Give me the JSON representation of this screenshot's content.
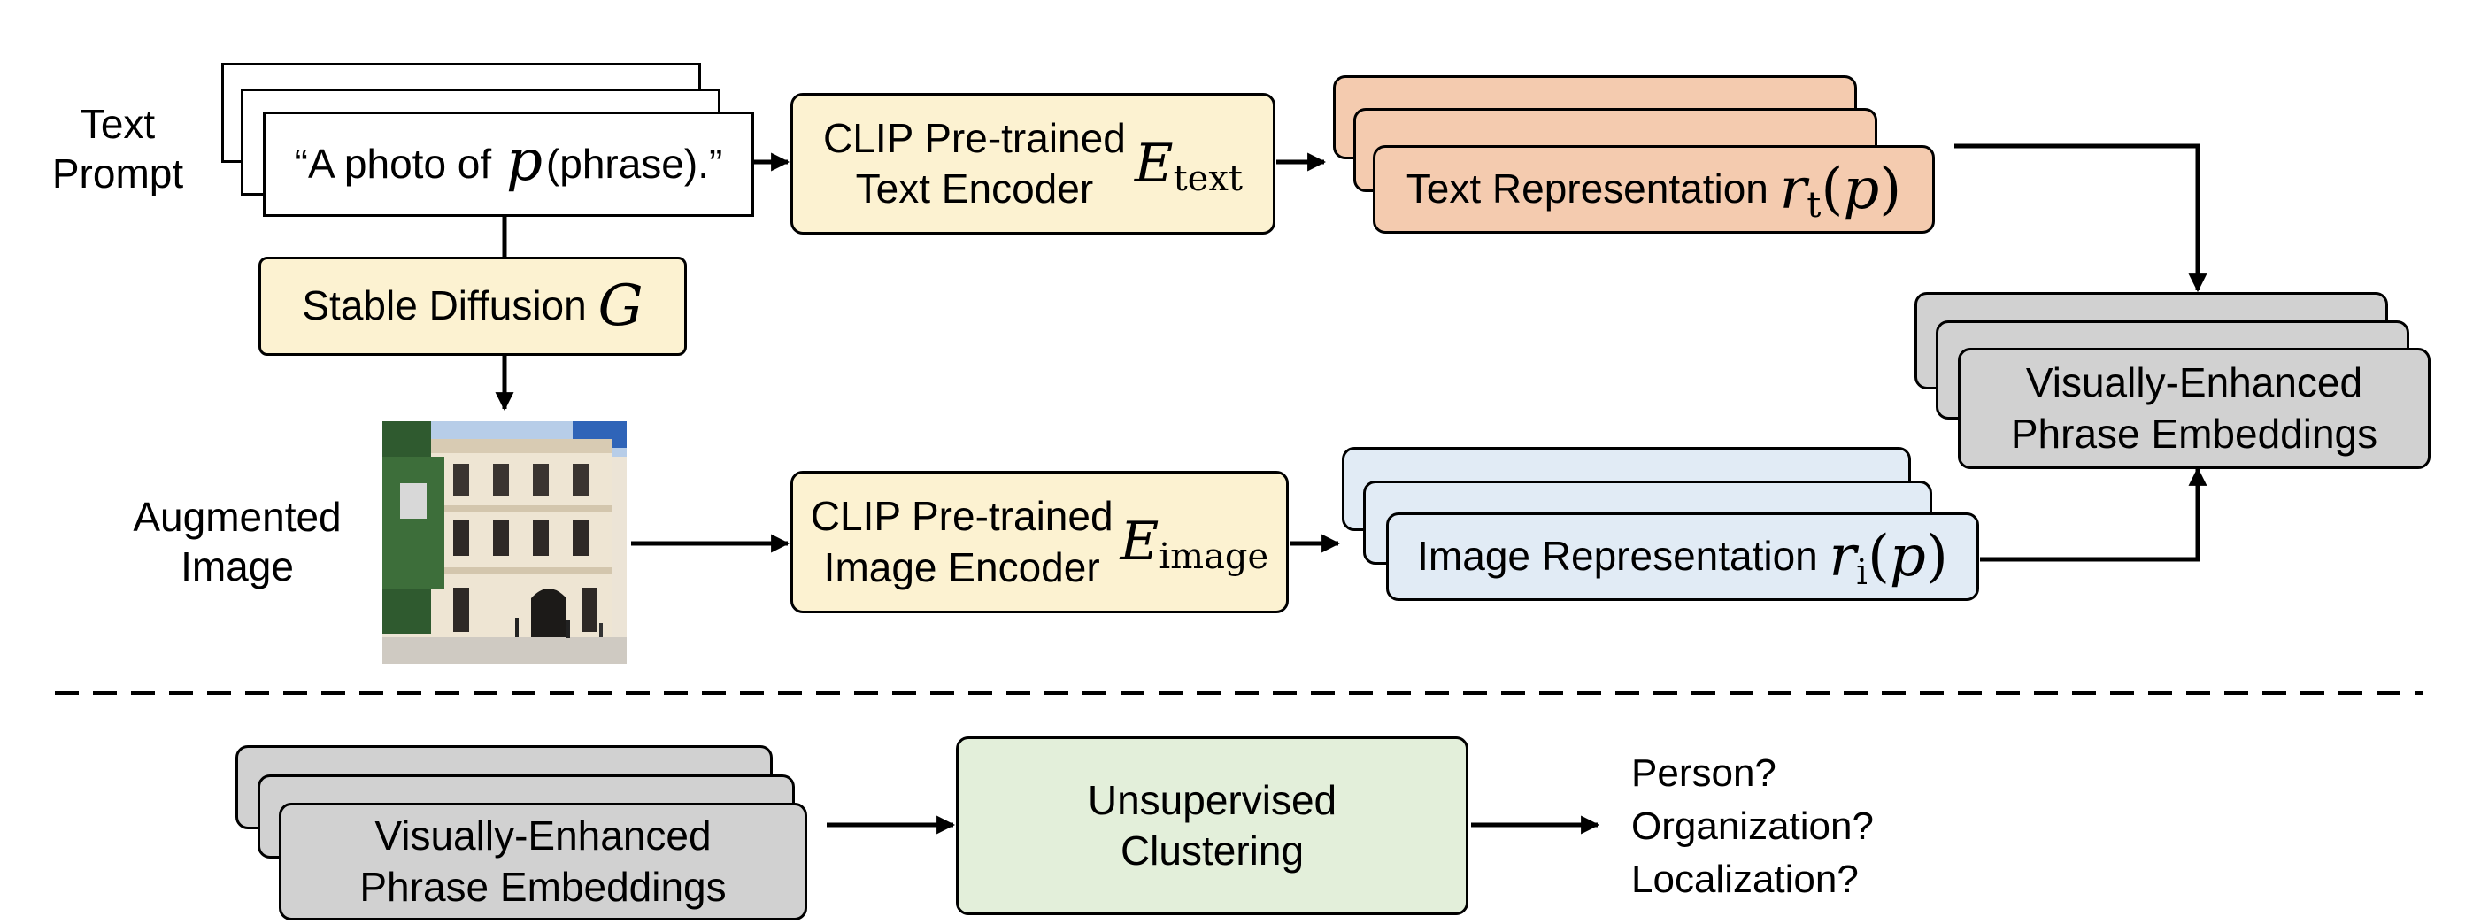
{
  "labels": {
    "text_prompt_line1": "Text",
    "text_prompt_line2": "Prompt",
    "augmented_line1": "Augmented",
    "augmented_line2": "Image"
  },
  "prompt_box": {
    "prefix": "“A photo of ",
    "var": "p",
    "suffix": "(phrase).”"
  },
  "diffusion": {
    "text": "Stable Diffusion ",
    "symbol": "G"
  },
  "text_encoder": {
    "line1": "CLIP Pre-trained",
    "line2": "Text Encoder",
    "symbol": "E",
    "subscript": "text"
  },
  "image_encoder": {
    "line1": "CLIP Pre-trained",
    "line2": "Image Encoder",
    "symbol": "E",
    "subscript": "image"
  },
  "text_repr": {
    "text": "Text Representation ",
    "symbol": "r",
    "subscript": "t",
    "arg_open": "(",
    "arg": "p",
    "arg_close": ")"
  },
  "image_repr": {
    "text": "Image Representation ",
    "symbol": "r",
    "subscript": "i",
    "arg_open": "(",
    "arg": "p",
    "arg_close": ")"
  },
  "embeddings": {
    "line1": "Visually-Enhanced",
    "line2": "Phrase Embeddings"
  },
  "clustering": {
    "line1": "Unsupervised",
    "line2": "Clustering"
  },
  "questions": [
    "Person?",
    "Organization?",
    "Localization?"
  ],
  "colors": {
    "encoder": "#fcf2d1",
    "text_repr": "#f4cbaf",
    "image_repr": "#e1ebf5",
    "embeddings": "#d1d1d1",
    "clustering": "#e3efda"
  }
}
